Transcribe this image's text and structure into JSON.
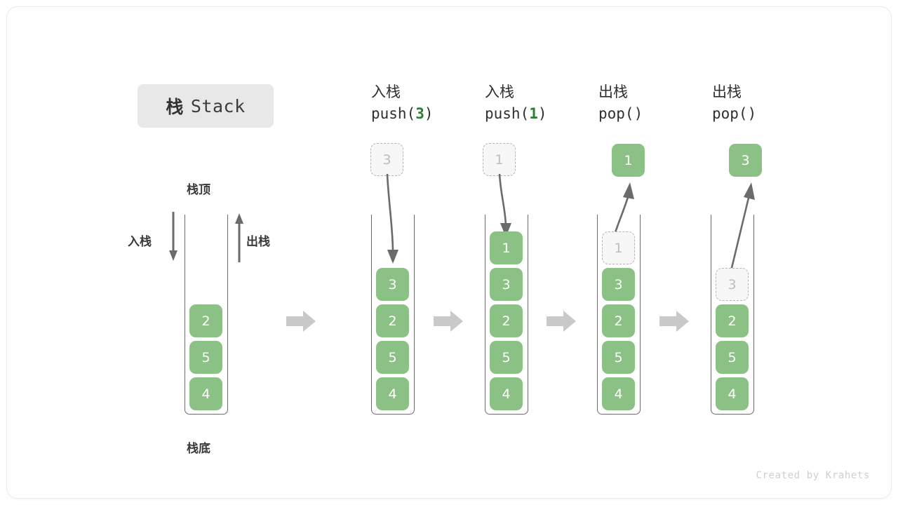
{
  "figure": {
    "title_cn": "栈",
    "title_en": "Stack",
    "watermark": "Created by Krahets"
  },
  "legend": {
    "top_label": "栈顶",
    "bottom_label": "栈底",
    "push_label": "入栈",
    "pop_label": "出栈"
  },
  "colors": {
    "cell_green": "#8cc185",
    "arg_green": "#2e7d32",
    "ghost_fill": "#f7f7f7",
    "ghost_border": "#b4b4b4",
    "container_stroke": "#6b6b6b",
    "block_arrow": "#c9c9c9",
    "pill_bg": "#e8e8e8"
  },
  "panels": [
    {
      "id": "initial",
      "header_line1": "",
      "header_line2": "",
      "stack": [
        "2",
        "5",
        "4"
      ],
      "incoming": null,
      "outgoing": null,
      "ghost_in_stack": null
    },
    {
      "id": "push-3",
      "header_line1": "入栈",
      "header_line2_prefix": "push(",
      "header_line2_arg": "3",
      "header_line2_suffix": ")",
      "stack": [
        "3",
        "2",
        "5",
        "4"
      ],
      "incoming": "3",
      "outgoing": null,
      "ghost_in_stack": null
    },
    {
      "id": "push-1",
      "header_line1": "入栈",
      "header_line2_prefix": "push(",
      "header_line2_arg": "1",
      "header_line2_suffix": ")",
      "stack": [
        "1",
        "3",
        "2",
        "5",
        "4"
      ],
      "incoming": "1",
      "outgoing": null,
      "ghost_in_stack": null
    },
    {
      "id": "pop-1",
      "header_line1": "出栈",
      "header_line2_prefix": "pop(",
      "header_line2_arg": "",
      "header_line2_suffix": ")",
      "stack": [
        "3",
        "2",
        "5",
        "4"
      ],
      "incoming": null,
      "outgoing": "1",
      "ghost_in_stack": "1"
    },
    {
      "id": "pop-3",
      "header_line1": "出栈",
      "header_line2_prefix": "pop(",
      "header_line2_arg": "",
      "header_line2_suffix": ")",
      "stack": [
        "2",
        "5",
        "4"
      ],
      "incoming": null,
      "outgoing": "3",
      "ghost_in_stack": "3"
    }
  ],
  "chart_data": {
    "type": "diagram",
    "title": "栈 Stack",
    "description": "Stack push/pop operation sequence",
    "steps": [
      {
        "op": "initial",
        "stack_top_to_bottom": [
          "2",
          "5",
          "4"
        ]
      },
      {
        "op": "push(3)",
        "stack_top_to_bottom": [
          "3",
          "2",
          "5",
          "4"
        ]
      },
      {
        "op": "push(1)",
        "stack_top_to_bottom": [
          "1",
          "3",
          "2",
          "5",
          "4"
        ]
      },
      {
        "op": "pop()",
        "returned": "1",
        "stack_top_to_bottom": [
          "3",
          "2",
          "5",
          "4"
        ]
      },
      {
        "op": "pop()",
        "returned": "3",
        "stack_top_to_bottom": [
          "2",
          "5",
          "4"
        ]
      }
    ]
  }
}
